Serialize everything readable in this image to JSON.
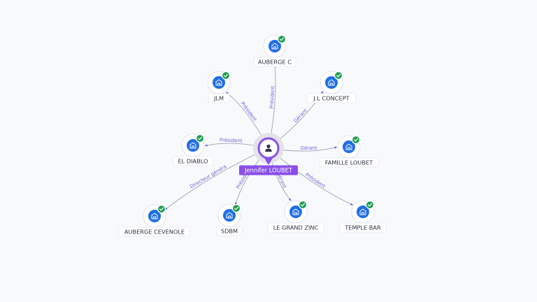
{
  "colors": {
    "center_accent": "#8a4fe8",
    "node_blue": "#1f6fe5",
    "verified_green": "#1e9d50",
    "edge_label": "#6d63d8",
    "edge_line": "#9aa3b5"
  },
  "center": {
    "name": "Jennifer LOUBET",
    "icon": "person-icon"
  },
  "companies": [
    {
      "id": "auberge-c",
      "name": "AUBERGE C",
      "relation": "Président",
      "icon": "building-icon",
      "verified": true
    },
    {
      "id": "jlm",
      "name": "JLM",
      "relation": "Président",
      "icon": "building-icon",
      "verified": true
    },
    {
      "id": "jl-concept",
      "name": "J.L CONCEPT",
      "relation": "Gérant",
      "icon": "building-icon",
      "verified": true
    },
    {
      "id": "el-diablo",
      "name": "EL DIABLO",
      "relation": "Président",
      "icon": "building-icon",
      "verified": true
    },
    {
      "id": "famille-loubet",
      "name": "FAMILLE LOUBET",
      "relation": "Gérant",
      "icon": "building-icon",
      "verified": true
    },
    {
      "id": "auberge-cevenole",
      "name": "AUBERGE CEVENOLE",
      "relation": "Directeur généra",
      "icon": "building-icon",
      "verified": true
    },
    {
      "id": "sdbm",
      "name": "SDBM",
      "relation": "Président",
      "icon": "building-icon",
      "verified": true
    },
    {
      "id": "le-grand-zinc",
      "name": "LE GRAND ZINC",
      "relation": "Gérant",
      "icon": "building-icon",
      "verified": true
    },
    {
      "id": "temple-bar",
      "name": "TEMPLE BAR",
      "relation": "Président",
      "icon": "building-icon",
      "verified": true
    }
  ]
}
